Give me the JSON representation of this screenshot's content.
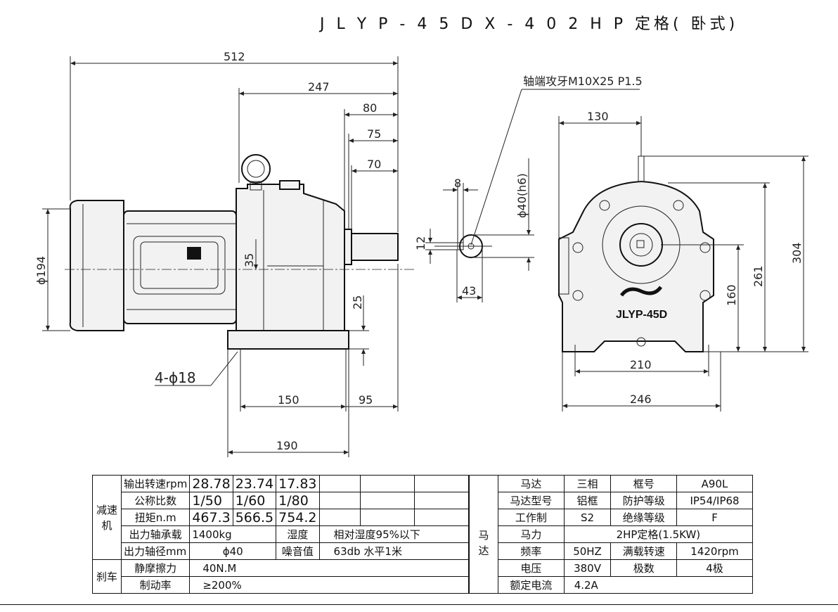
{
  "title": "J L Y P - 4 5 D X - 4 0   2 H P 定格( 卧式)",
  "side_view": {
    "dims": {
      "d512": "512",
      "d247": "247",
      "d80": "80",
      "d75": "75",
      "d70": "70",
      "d35": "35",
      "d25": "25",
      "d150": "150",
      "d95": "95",
      "d190": "190",
      "phi194": "ϕ194",
      "holes": "4-ϕ18"
    }
  },
  "shaft_detail": {
    "tap_label": "轴端攻牙M10X25 P1.5",
    "d8": "8",
    "phi40": "ϕ40(h6)",
    "d12": "12",
    "d43": "43"
  },
  "front_view": {
    "logo_text": "JLYP-45D",
    "d130": "130",
    "d304": "304",
    "d261": "261",
    "d160": "160",
    "d210": "210",
    "d246": "246"
  },
  "spec_left": {
    "reducer_label": "减速机",
    "brake_label": "刹车",
    "rows": [
      {
        "name": "输出转速rpm",
        "v1": "28.78",
        "v2": "23.74",
        "v3": "17.83"
      },
      {
        "name": "公称比数",
        "v1": "1/50",
        "v2": "1/60",
        "v3": "1/80"
      },
      {
        "name": "扭矩n.m",
        "v1": "467.3",
        "v2": "566.5",
        "v3": "754.2"
      }
    ],
    "bearing_label": "出力轴承载",
    "bearing_value": "1400kg",
    "humidity_label": "湿度",
    "humidity_value": "相对湿度95%以下",
    "shaft_dia_label": "出力轴径mm",
    "shaft_dia_value": "ϕ40",
    "noise_label": "噪音值",
    "noise_value": "63db 水平1米",
    "static_friction_label": "静摩擦力",
    "static_friction_value": "40N.M",
    "braking_rate_label": "制动率",
    "braking_rate_value": "≥200%"
  },
  "spec_right": {
    "motor_label_1": "马",
    "motor_label_2": "达",
    "rows": [
      {
        "k1": "马达",
        "v1": "三相",
        "k2": "框号",
        "v2": "A90L"
      },
      {
        "k1": "马达型号",
        "v1": "铝框",
        "k2": "防护等级",
        "v2": "IP54/IP68"
      },
      {
        "k1": "工作制",
        "v1": "S2",
        "k2": "绝缘等级",
        "v2": "F"
      }
    ],
    "power_label": "马力",
    "power_value": "2HP定格(1.5KW)",
    "freq_label": "频率",
    "freq_value": "50HZ",
    "full_load_label": "满载转速",
    "full_load_value": "1420rpm",
    "voltage_label": "电压",
    "voltage_value": "380V",
    "poles_label": "极数",
    "poles_value": "4极",
    "current_label": "额定电流",
    "current_value": "4.2A"
  }
}
